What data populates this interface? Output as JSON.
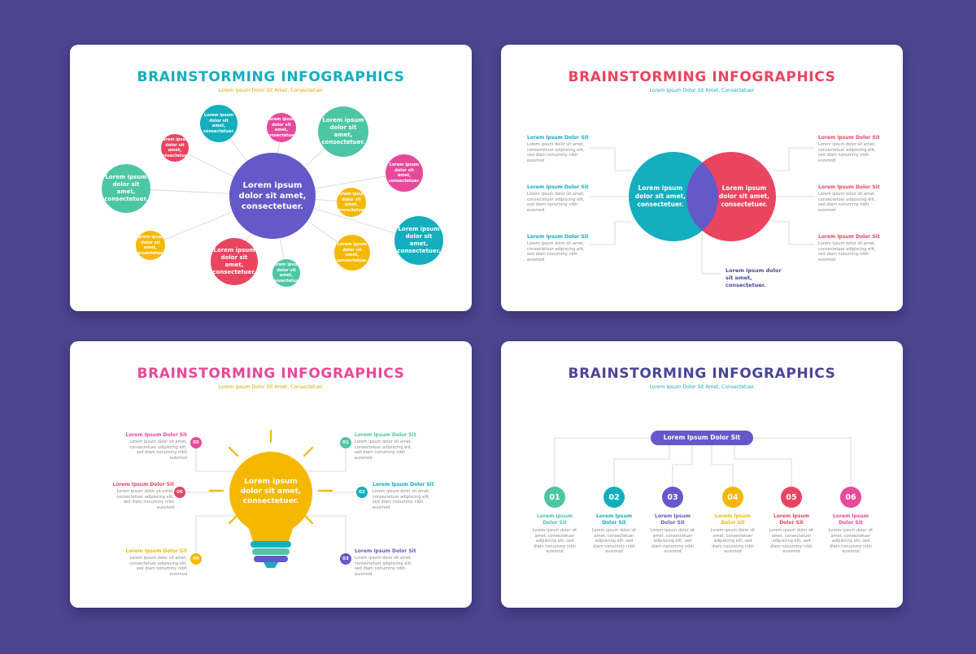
{
  "colors": {
    "background": "#4c4590",
    "teal": "#4dc6a6",
    "cyan": "#14aebf",
    "yellow": "#f5b800",
    "pink": "#e8499a",
    "red": "#ea4560",
    "purple": "#6558c8",
    "navy": "#4a4696"
  },
  "card1": {
    "title": "BRAINSTORMING INFOGRAPHICS",
    "subtitle": "Lorem Ipsum Dolor Sit Amet, Consectetuer",
    "center_text": "Lorem ipsum dolor sit amet, consectetuer.",
    "bubbles": [
      {
        "text": "Lorem ipsum dolor sit amet, consectetuer.",
        "color": "#4dc6a6"
      },
      {
        "text": "Lorem ipsum dolor sit amet, consectetuer.",
        "color": "#e8499a"
      },
      {
        "text": "Lorem ipsum dolor sit amet, consectetuer.",
        "color": "#4dc6a6"
      },
      {
        "text": "Lorem ipsum dolor sit amet, consectetuer.",
        "color": "#14aebf"
      },
      {
        "text": "Lorem ipsum dolor sit amet, consectetuer.",
        "color": "#f5b800"
      },
      {
        "text": "Lorem ipsum dolor sit amet, consectetuer.",
        "color": "#e8499a"
      },
      {
        "text": "Lorem ipsum dolor sit amet, consectetuer.",
        "color": "#ea4560"
      },
      {
        "text": "Lorem ipsum dolor sit amet, consectetuer.",
        "color": "#f5b800"
      },
      {
        "text": "Lorem ipsum dolor sit amet, consectetuer.",
        "color": "#14aebf"
      },
      {
        "text": "Lorem ipsum dolor sit amet, consectetuer.",
        "color": "#ea4560"
      },
      {
        "text": "Lorem ipsum dolor sit amet, consectetuer.",
        "color": "#f5b800"
      },
      {
        "text": "Lorem ipsum dolor sit amet, consectetuer.",
        "color": "#4dc6a6"
      }
    ]
  },
  "card2": {
    "title": "BRAINSTORMING INFOGRAPHICS",
    "subtitle": "Lorem Ipsum Dolor Sit Amet, Consectetuer",
    "left_circle_text": "Lorem ipsum dolor sit amet, consectetuer.",
    "right_circle_text": "Lorem ipsum dolor sit amet, consectetuer.",
    "bottom_note": "Lorem ipsum dolor sit amet, consectetuer.",
    "left_labels": [
      {
        "title": "Lorem Ipsum Dolor Sit",
        "desc": "Lorem ipsum dolor sit amet, consectetuer adipiscing elit, sed diam nonummy nibh euismod"
      },
      {
        "title": "Lorem Ipsum Dolor Sit",
        "desc": "Lorem ipsum dolor sit amet, consectetuer adipiscing elit, sed diam nonummy nibh euismod"
      },
      {
        "title": "Lorem Ipsum Dolor Sit",
        "desc": "Lorem ipsum dolor sit amet, consectetuer adipiscing elit, sed diam nonummy nibh euismod"
      }
    ],
    "right_labels": [
      {
        "title": "Lorem Ipsum Dolor Sit",
        "desc": "Lorem ipsum dolor sit amet, consectetuer adipiscing elit, sed diam nonummy nibh euismod"
      },
      {
        "title": "Lorem Ipsum Dolor Sit",
        "desc": "Lorem ipsum dolor sit amet, consectetuer adipiscing elit, sed diam nonummy nibh euismod"
      },
      {
        "title": "Lorem Ipsum Dolor Sit",
        "desc": "Lorem ipsum dolor sit amet, consectetuer adipiscing elit, sed diam nonummy nibh euismod"
      }
    ]
  },
  "card3": {
    "title": "BRAINSTORMING INFOGRAPHICS",
    "subtitle": "Lorem Ipsum Dolor Sit Amet, Consectetuer",
    "bulb_text": "Lorem ipsum dolor sit amet, consectetuer.",
    "items": [
      {
        "num": "05",
        "title": "Lorem Ipsum Dolor Sit",
        "desc": "Lorem ipsum dolor sit amet, consectetuer adipiscing elit, sed diam nonummy nibh euismod",
        "color": "#e8499a"
      },
      {
        "num": "06",
        "title": "Lorem Ipsum Dolor Sit",
        "desc": "Lorem ipsum dolor sit amet, consectetuer adipiscing elit, sed diam nonummy nibh euismod",
        "color": "#ea4560"
      },
      {
        "num": "04",
        "title": "Lorem Ipsum Dolor Sit",
        "desc": "Lorem ipsum dolor sit amet, consectetuer adipiscing elit, sed diam nonummy nibh euismod",
        "color": "#f5b800"
      },
      {
        "num": "01",
        "title": "Lorem Ipsum Dolor Sit",
        "desc": "Lorem ipsum dolor sit amet, consectetuer adipiscing elit, sed diam nonummy nibh euismod",
        "color": "#4dc6a6"
      },
      {
        "num": "02",
        "title": "Lorem Ipsum Dolor Sit",
        "desc": "Lorem ipsum dolor sit amet, consectetuer adipiscing elit, sed diam nonummy nibh euismod",
        "color": "#14aebf"
      },
      {
        "num": "03",
        "title": "Lorem Ipsum Dolor Sit",
        "desc": "Lorem ipsum dolor sit amet, consectetuer adipiscing elit, sed diam nonummy nibh euismod",
        "color": "#6558c8"
      }
    ]
  },
  "card4": {
    "title": "BRAINSTORMING INFOGRAPHICS",
    "subtitle": "Lorem Ipsum Dolor Sit Amet, Consectetuer",
    "root_label": "Lorem Ipsum Dolor Sit",
    "steps": [
      {
        "num": "01",
        "title": "Lorem Ipsum Dolor Sit",
        "desc": "Lorem ipsum dolor sit amet, consectetuer adipiscing elit, sed diam nonummy nibh euismod",
        "color": "#4dc6a6"
      },
      {
        "num": "02",
        "title": "Lorem Ipsum Dolor Sit",
        "desc": "Lorem ipsum dolor sit amet, consectetuer adipiscing elit, sed diam nonummy nibh euismod",
        "color": "#14aebf"
      },
      {
        "num": "03",
        "title": "Lorem Ipsum Dolor Sit",
        "desc": "Lorem ipsum dolor sit amet, consectetuer adipiscing elit, sed diam nonummy nibh euismod",
        "color": "#6558c8"
      },
      {
        "num": "04",
        "title": "Lorem Ipsum Dolor Sit",
        "desc": "Lorem ipsum dolor sit amet, consectetuer adipiscing elit, sed diam nonummy nibh euismod",
        "color": "#f5b800"
      },
      {
        "num": "05",
        "title": "Lorem Ipsum Dolor Sit",
        "desc": "Lorem ipsum dolor sit amet, consectetuer adipiscing elit, sed diam nonummy nibh euismod",
        "color": "#ea4560"
      },
      {
        "num": "06",
        "title": "Lorem Ipsum Dolor Sit",
        "desc": "Lorem ipsum dolor sit amet, consectetuer adipiscing elit, sed diam nonummy nibh euismod",
        "color": "#e8499a"
      }
    ]
  }
}
